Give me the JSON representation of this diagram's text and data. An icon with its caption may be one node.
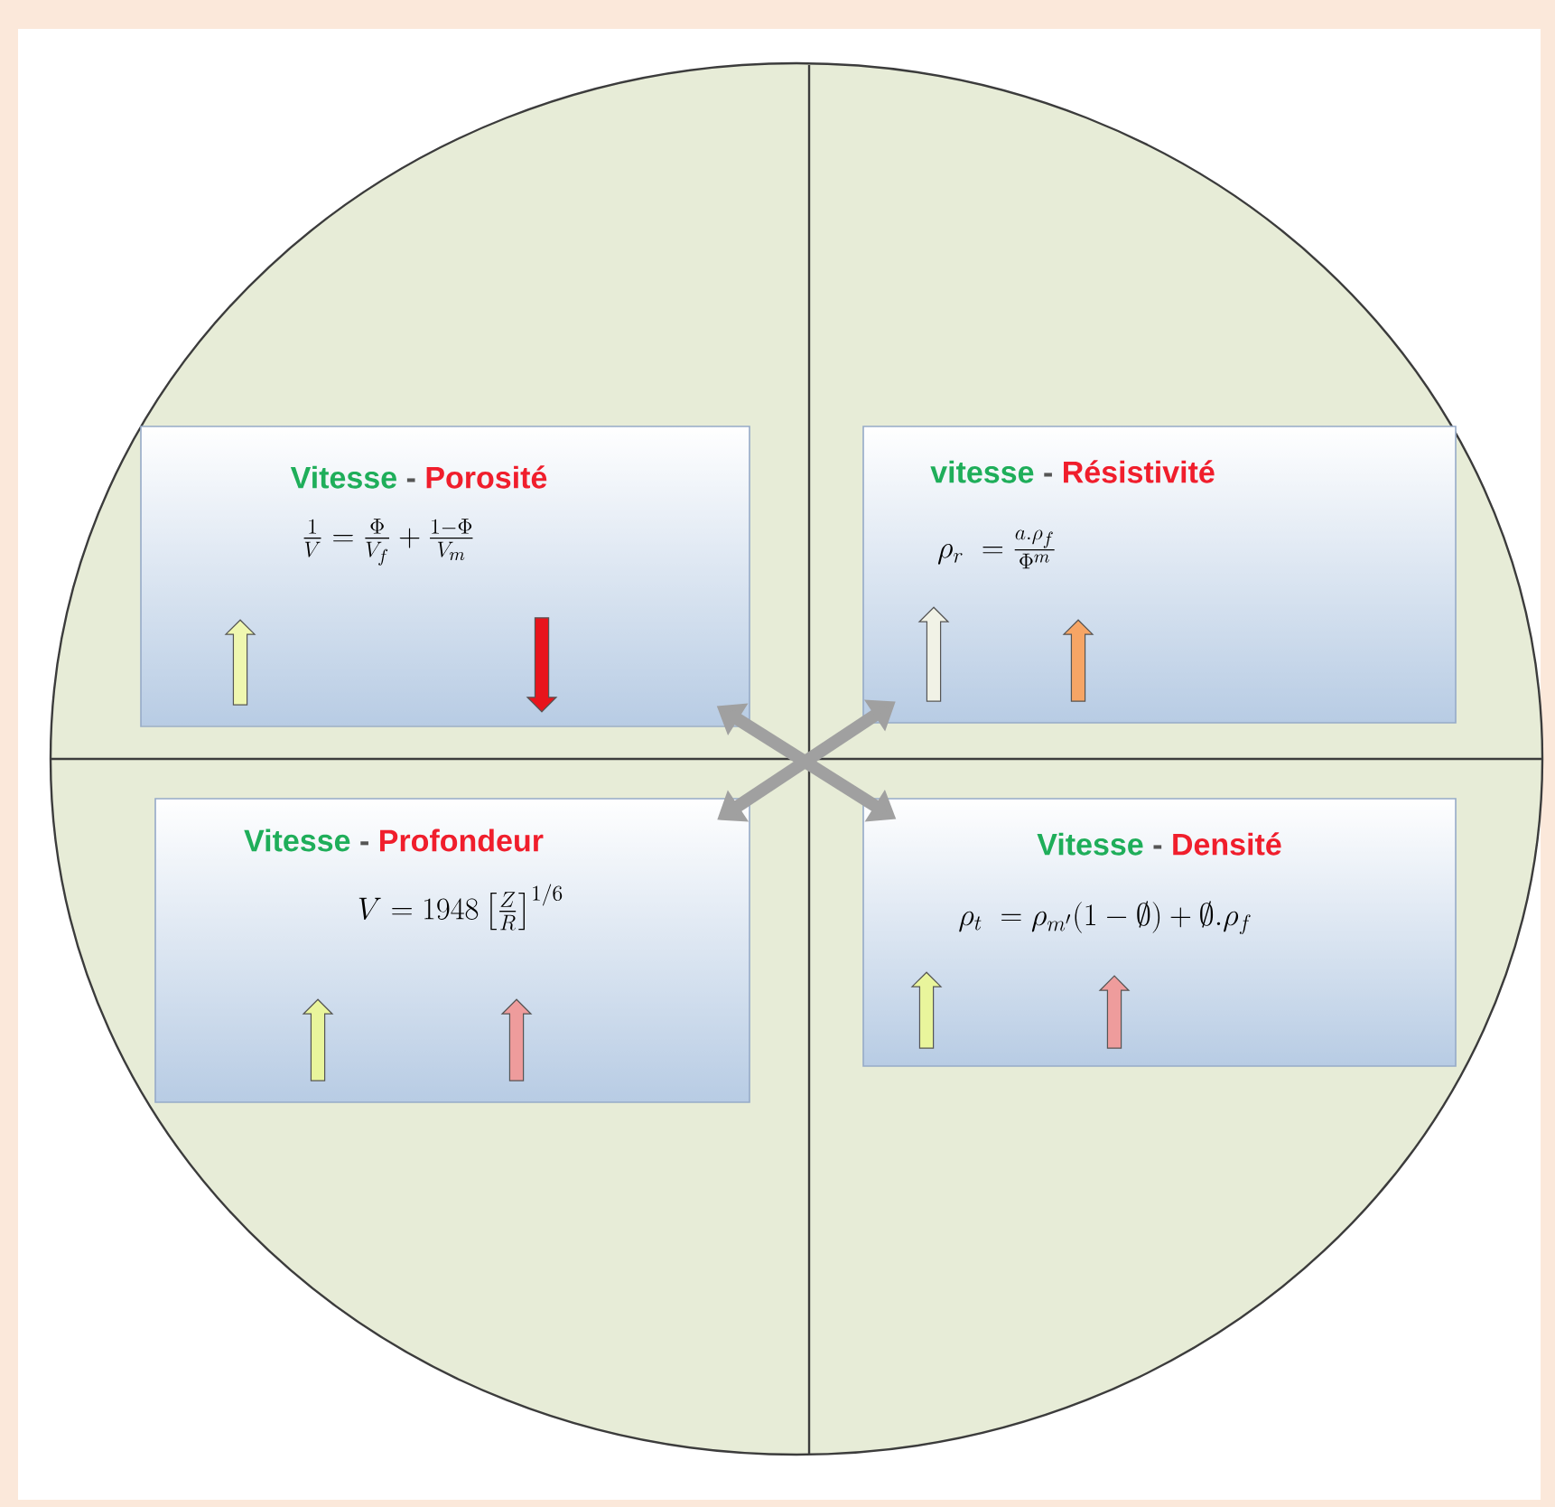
{
  "diagram": {
    "nodes": [
      {
        "text": [
          "Vitesse",
          "-",
          "Porosité",
          "\\frac{1}{V} = \\frac{\\Phi}{V_f} + \\frac{1-\\Phi}{V_m}"
        ]
      },
      {
        "text": [
          "vitesse",
          "-",
          "Résistivité",
          "\\rho_r \\; = \\frac{a.\\rho_f}{\\Phi^{m}}"
        ]
      },
      {
        "text": [
          "Vitesse",
          "-",
          "Profondeur",
          "V = 1948 \\left[\\frac{Z}{R}\\right]^{1/6}"
        ]
      },
      {
        "text": [
          "Vitesse",
          "-",
          "Densité",
          "\\rho_t \\; = \\rho_{m'} (1 - \\emptyset) + \\emptyset . \\rho_f"
        ]
      }
    ],
    "edges": [
      {
        "from": 0,
        "to": 3,
        "arrow": "both"
      },
      {
        "from": 1,
        "to": 2,
        "arrow": "both"
      }
    ]
  }
}
